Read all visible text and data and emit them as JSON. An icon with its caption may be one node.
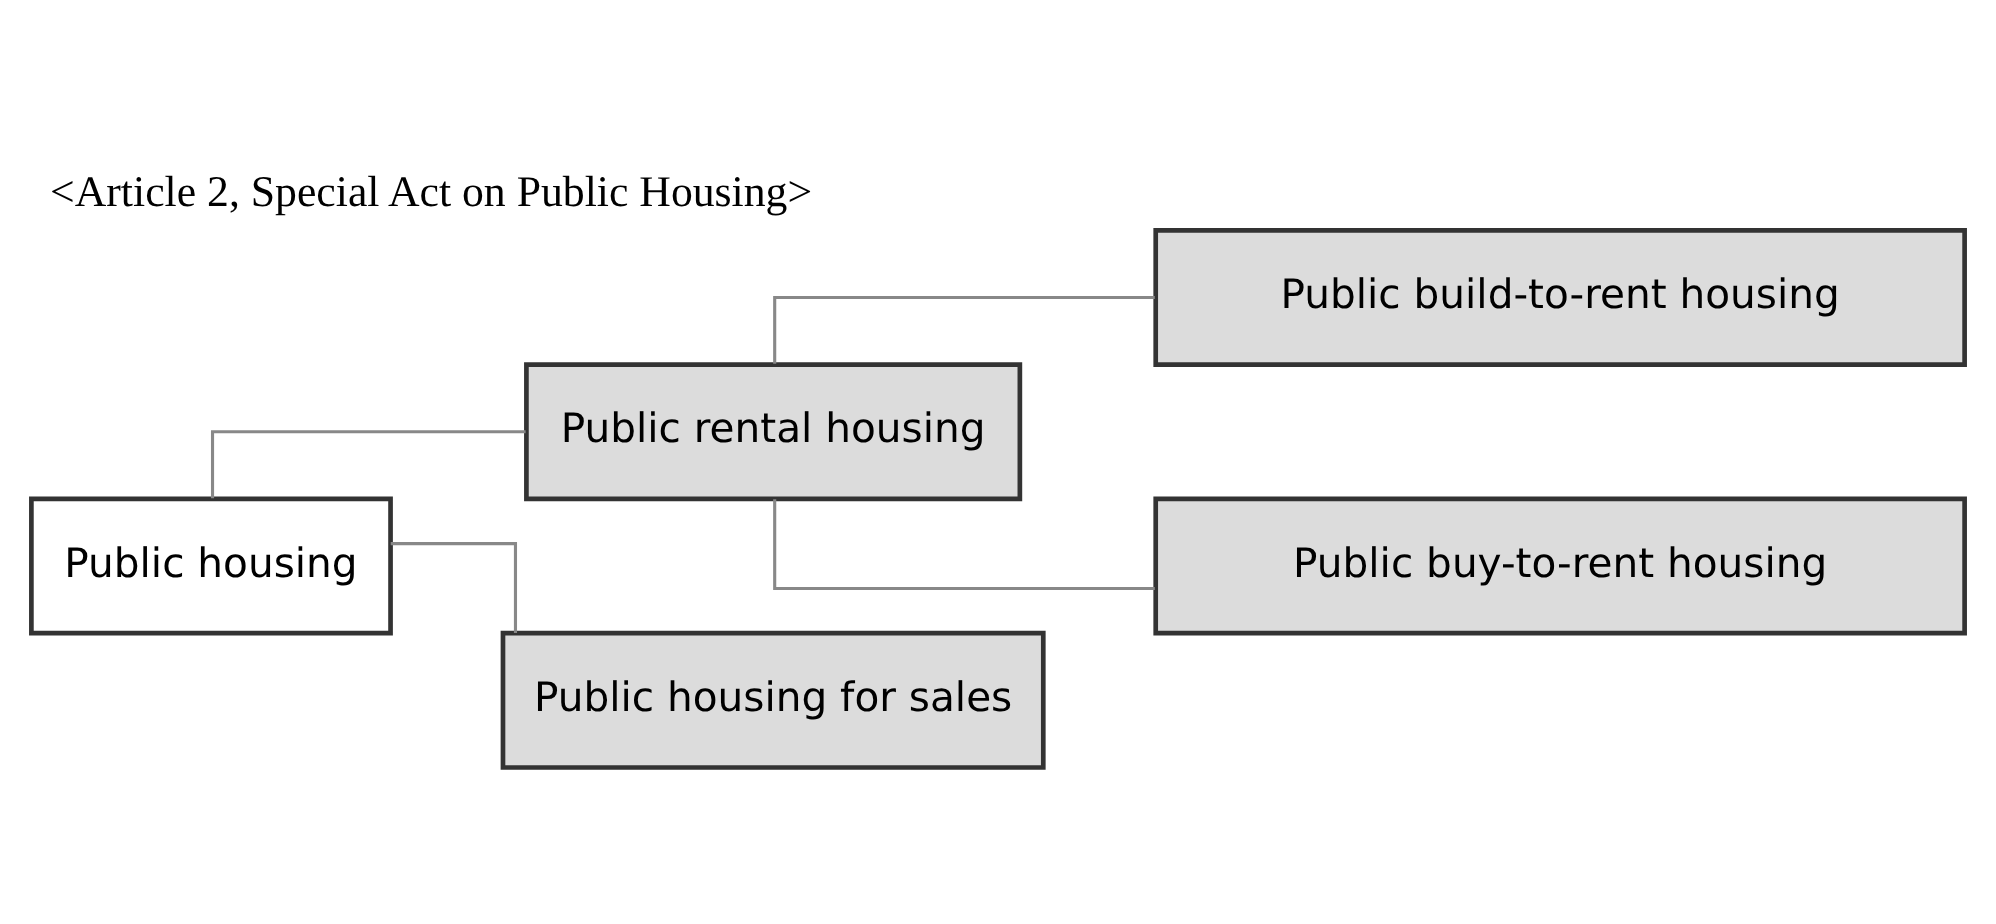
{
  "diagram": {
    "title": "<Article 2, Special Act on Public Housing>",
    "nodes": [
      {
        "text": [
          "Public housing"
        ]
      },
      {
        "text": [
          "Public rental housing"
        ]
      },
      {
        "text": [
          "Public housing for sales"
        ]
      },
      {
        "text": [
          "Public build-to-rent housing"
        ]
      },
      {
        "text": [
          "Public buy-to-rent housing"
        ]
      }
    ],
    "edges": [
      {
        "from": 0,
        "to": 1,
        "arrow": "none"
      },
      {
        "from": 0,
        "to": 2,
        "arrow": "none"
      },
      {
        "from": 1,
        "to": 3,
        "arrow": "none"
      },
      {
        "from": 1,
        "to": 4,
        "arrow": "none"
      }
    ]
  }
}
